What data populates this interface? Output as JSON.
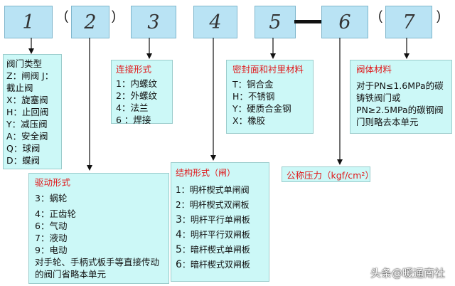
{
  "code_digits": [
    "1",
    "2",
    "3",
    "4",
    "5",
    "6",
    "7"
  ],
  "parens": {
    "open": "(",
    "close": ")"
  },
  "valve_type": {
    "title": "阀门类型",
    "lines": [
      "Z：闸阀 J：截止阀",
      "X：旋塞阀",
      "H：止回阀",
      "Y：减压阀",
      "A：安全阀",
      "Q：球阀",
      "D：蝶阀"
    ]
  },
  "drive_form": {
    "title": "驱动形式",
    "lines": [
      "3：蜗轮",
      "4：正齿轮",
      "6：气动",
      "7：液动",
      "9：电动"
    ],
    "note": "对手轮、手柄式板手等直接传动的阀门省略本单元"
  },
  "connection_form": {
    "title": "连接形式",
    "lines": [
      "1：内螺纹",
      "2：外螺纹",
      "4：法兰",
      "6 ：焊接"
    ]
  },
  "structure_form": {
    "title": "结构形式（闸）",
    "items": [
      {
        "num": "1",
        "text": "：明杆楔式单闸阀"
      },
      {
        "num": "2",
        "text": "：明杆楔式双闸板"
      },
      {
        "num": "3",
        "text": "：明杆平行单闸板"
      },
      {
        "num": "4",
        "text": "：明杆平行双闸板"
      },
      {
        "num": "5",
        "text": "：暗杆楔式单闸板"
      },
      {
        "num": "6",
        "text": "：暗杆楔式双闸板"
      }
    ]
  },
  "seal_material": {
    "title": "密封面和衬里材料",
    "lines": [
      "T：铜合金",
      "H：不锈钢",
      "Y：硬质合金钢",
      "X：橡胶"
    ]
  },
  "nominal_pressure": {
    "title": "公称压力（kgf/cm²）"
  },
  "body_material": {
    "title": "阀体材料",
    "note": "对于PN≤1.6MPa的碳铸铁阀门或PN≥2.5MPa的碳钢阀门则略去本单元"
  },
  "watermark": "头条@暖通南社",
  "colors": {
    "number_box": "#b9e3f4",
    "info_box": "#ccf8f7",
    "title_red": "#e0191b"
  }
}
